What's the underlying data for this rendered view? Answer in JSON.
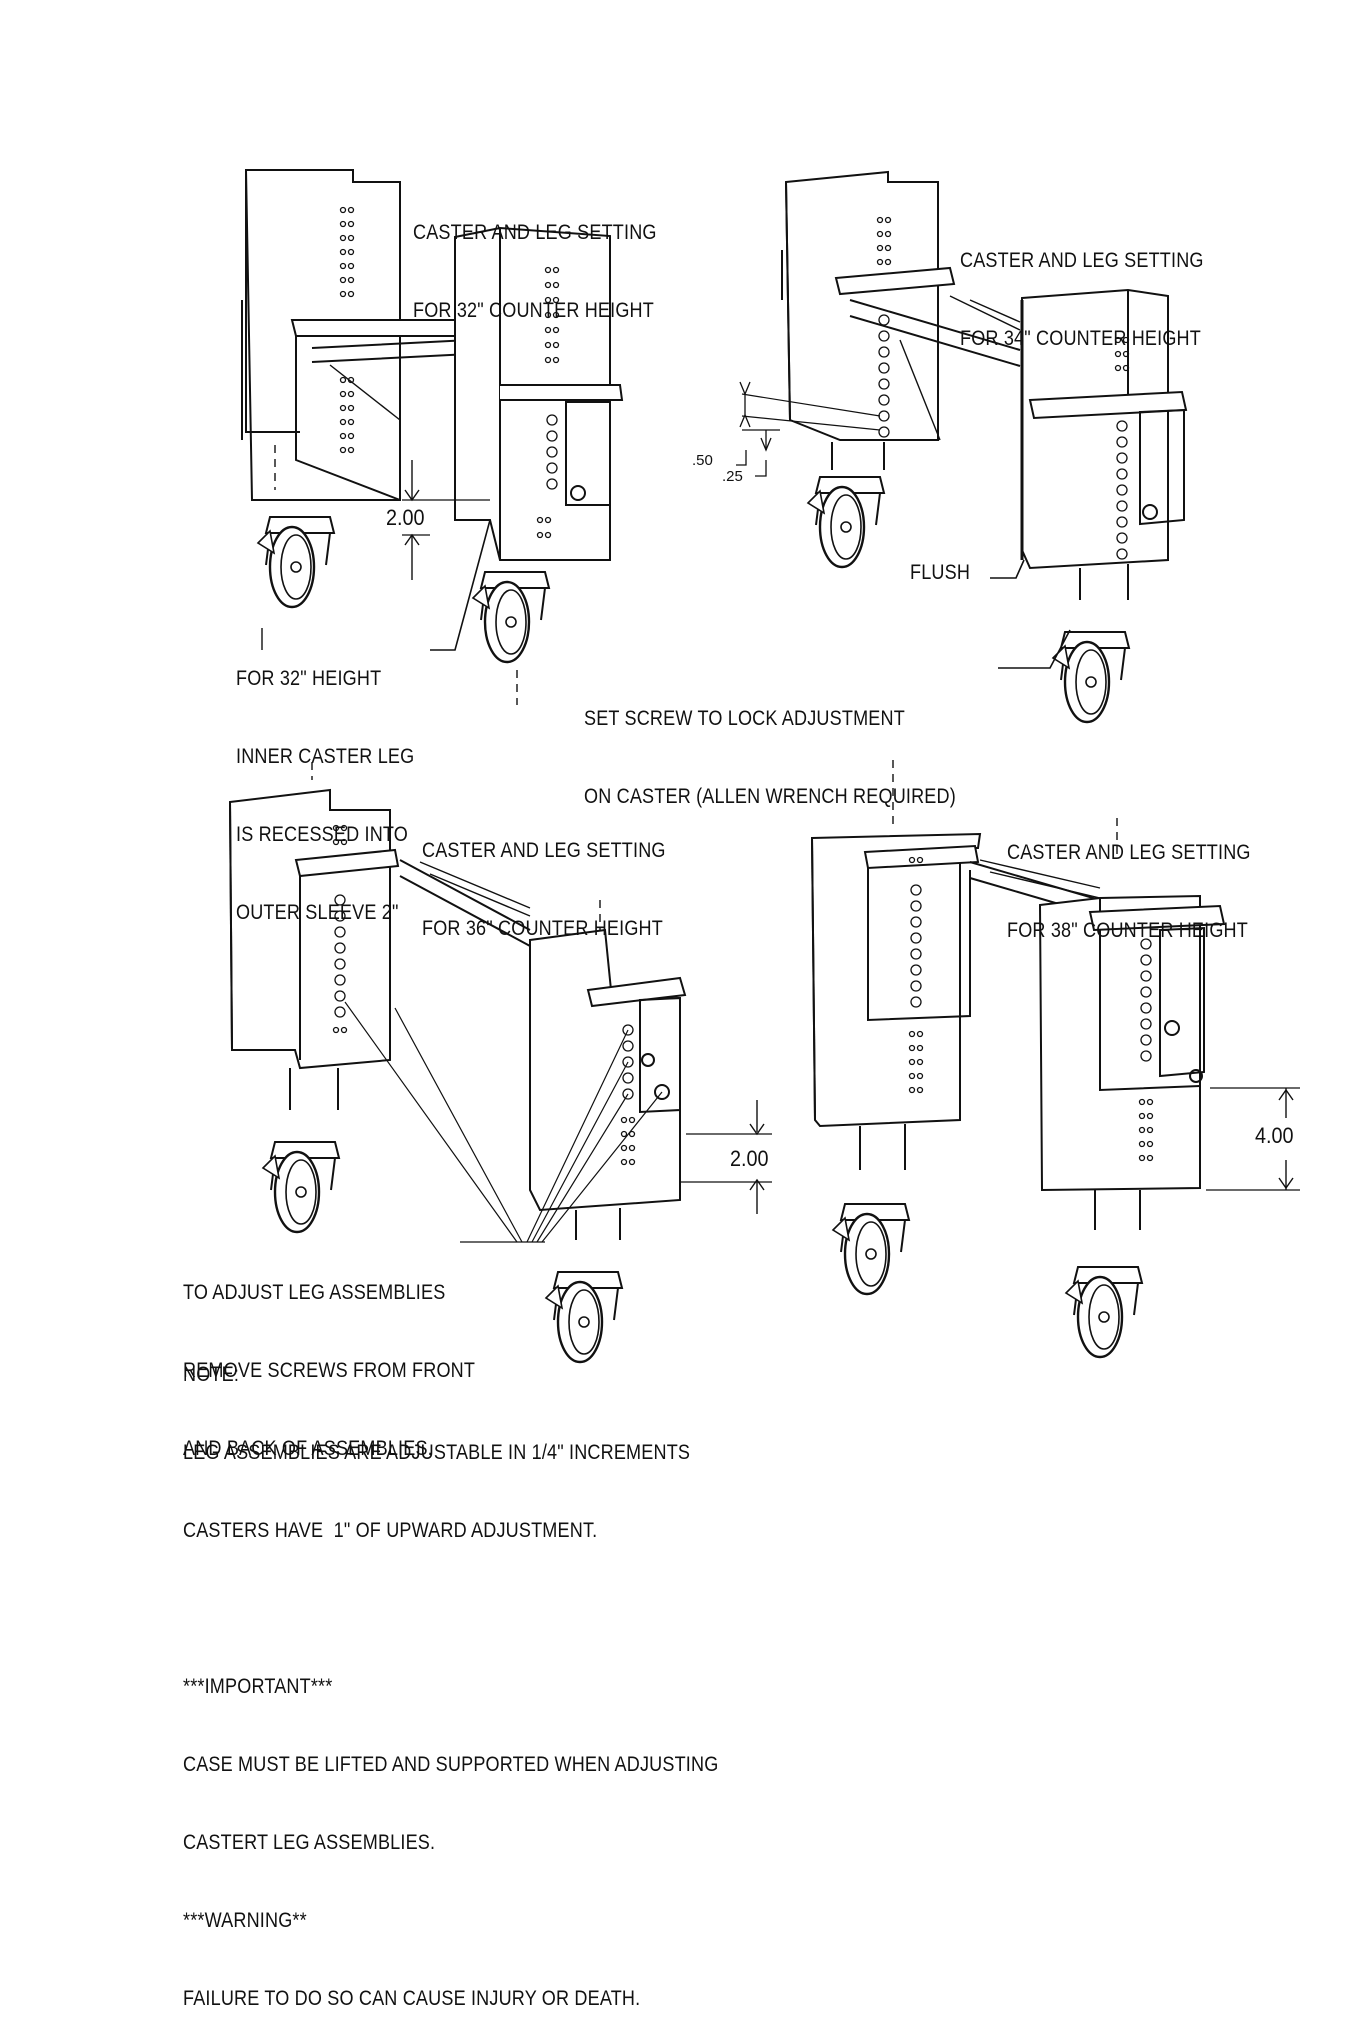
{
  "views": [
    {
      "title": [
        "CASTER AND LEG SETTING",
        "FOR 32\" COUNTER HEIGHT"
      ]
    },
    {
      "title": [
        "CASTER AND LEG SETTING",
        "FOR 34\" COUNTER HEIGHT"
      ]
    },
    {
      "title": [
        "CASTER AND LEG SETTING",
        "FOR 36\" COUNTER HEIGHT"
      ]
    },
    {
      "title": [
        "CASTER AND LEG SETTING",
        "FOR 38\" COUNTER HEIGHT"
      ]
    }
  ],
  "dimensions": {
    "recess_32": "2.00",
    "inc_050": ".50",
    "inc_025": ".25",
    "extend_36": "2.00",
    "extend_38": "4.00"
  },
  "callouts": {
    "flush": "FLUSH",
    "recess_note": [
      "FOR 32\" HEIGHT",
      "INNER CASTER LEG",
      "IS RECESSED INTO",
      "OUTER SLEEVE 2\""
    ],
    "set_screw": [
      "SET SCREW TO LOCK ADJUSTMENT",
      "ON CASTER (ALLEN WRENCH REQUIRED)"
    ],
    "adjust": [
      "TO ADJUST LEG ASSEMBLIES",
      "REMOVE SCREWS FROM FRONT",
      "AND BACK OF ASSEMBLIES."
    ]
  },
  "notes": {
    "note_heading": "NOTE:",
    "note_lines": [
      "LEG ASSEMBLIES ARE ADJUSTABLE IN 1/4\" INCREMENTS",
      "CASTERS HAVE  1\" OF UPWARD ADJUSTMENT."
    ],
    "important_heading": "***IMPORTANT***",
    "important_lines": [
      "CASE MUST BE LIFTED AND SUPPORTED WHEN ADJUSTING",
      "CASTERT LEG ASSEMBLIES."
    ],
    "warning_heading": "***WARNING**",
    "warning_line": "FAILURE TO DO SO CAN CAUSE INJURY OR DEATH."
  }
}
